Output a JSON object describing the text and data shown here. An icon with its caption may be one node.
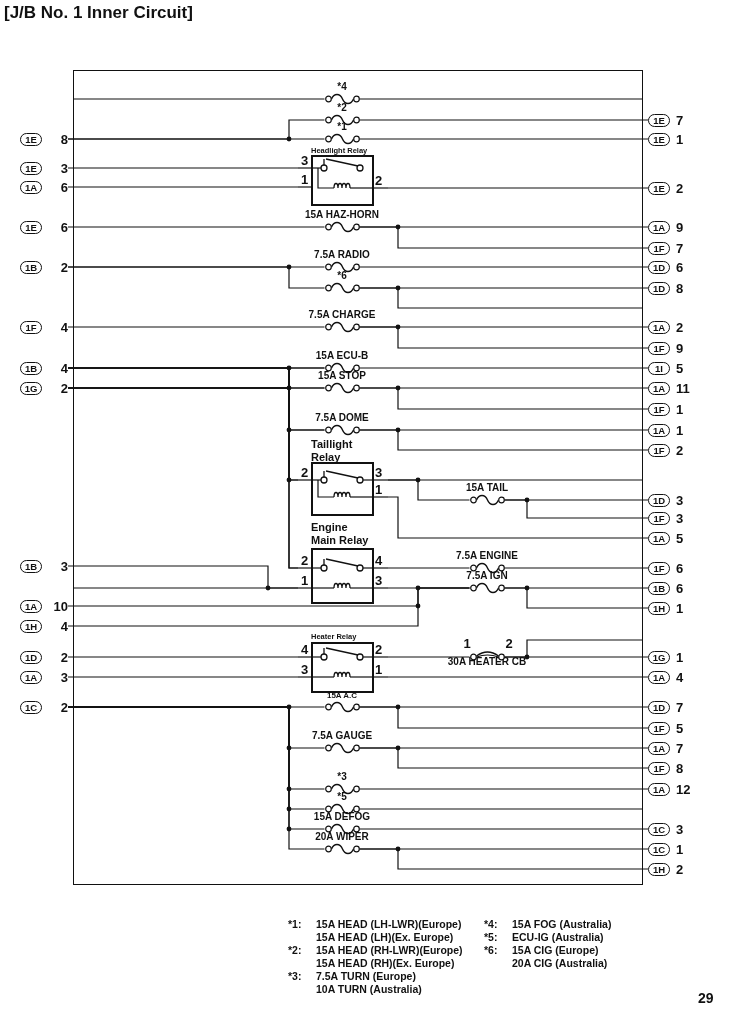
{
  "diagram": {
    "title": "[J/B No. 1 Inner Circuit]",
    "nodes": [
      {
        "text": [],
        "shape": "box"
      },
      {
        "text": [
          "1E"
        ],
        "beside": [
          "8"
        ]
      },
      {
        "text": [
          "1E"
        ],
        "beside": [
          "3"
        ]
      },
      {
        "text": [
          "1A"
        ],
        "beside": [
          "6"
        ]
      },
      {
        "text": [
          "1E"
        ],
        "beside": [
          "6"
        ]
      },
      {
        "text": [
          "1B"
        ],
        "beside": [
          "2"
        ]
      },
      {
        "text": [
          "1F"
        ],
        "beside": [
          "4"
        ]
      },
      {
        "text": [
          "1B"
        ],
        "beside": [
          "4"
        ]
      },
      {
        "text": [
          "1G"
        ],
        "beside": [
          "2"
        ]
      },
      {
        "text": [
          "1B"
        ],
        "beside": [
          "3"
        ]
      },
      {
        "text": [
          "1A"
        ],
        "beside": [
          "10"
        ]
      },
      {
        "text": [
          "1H"
        ],
        "beside": [
          "4"
        ]
      },
      {
        "text": [
          "1D"
        ],
        "beside": [
          "2"
        ]
      },
      {
        "text": [
          "1A"
        ],
        "beside": [
          "3"
        ]
      },
      {
        "text": [
          "1C"
        ],
        "beside": [
          "2"
        ]
      },
      {
        "text": [],
        "shape": "fuse",
        "in": 0,
        "beside": [
          "*4"
        ]
      },
      {
        "text": [],
        "shape": "fuse",
        "in": 0,
        "beside": [
          "*2"
        ]
      },
      {
        "text": [],
        "shape": "fuse",
        "in": 0,
        "beside": [
          "*1"
        ]
      },
      {
        "text": [
          "Headlight Relay"
        ],
        "in": 0,
        "beside": [
          "3",
          "1",
          "2"
        ]
      },
      {
        "text": [],
        "shape": "fuse",
        "in": 0,
        "beside": [
          "15A HAZ-HORN"
        ]
      },
      {
        "text": [],
        "shape": "fuse",
        "in": 0,
        "beside": [
          "7.5A RADIO"
        ]
      },
      {
        "text": [],
        "shape": "fuse",
        "in": 0,
        "beside": [
          "*6"
        ]
      },
      {
        "text": [],
        "shape": "fuse",
        "in": 0,
        "beside": [
          "7.5A CHARGE"
        ]
      },
      {
        "text": [],
        "shape": "fuse",
        "in": 0,
        "beside": [
          "15A ECU-B"
        ]
      },
      {
        "text": [],
        "shape": "fuse",
        "in": 0,
        "beside": [
          "15A STOP"
        ]
      },
      {
        "text": [],
        "shape": "fuse",
        "in": 0,
        "beside": [
          "7.5A DOME"
        ]
      },
      {
        "text": [
          "Taillight Relay"
        ],
        "in": 0,
        "beside": [
          "2",
          "3",
          "1"
        ]
      },
      {
        "text": [],
        "shape": "fuse",
        "in": 0,
        "beside": [
          "15A TAIL"
        ]
      },
      {
        "text": [
          "Engine Main Relay"
        ],
        "in": 0,
        "beside": [
          "2",
          "4",
          "1",
          "3"
        ]
      },
      {
        "text": [],
        "shape": "fuse",
        "in": 0,
        "beside": [
          "7.5A ENGINE"
        ]
      },
      {
        "text": [],
        "shape": "fuse",
        "in": 0,
        "beside": [
          "7.5A IGN"
        ]
      },
      {
        "text": [
          "Heater Relay"
        ],
        "in": 0,
        "beside": [
          "4",
          "2",
          "3",
          "1"
        ]
      },
      {
        "text": [],
        "shape": "breaker",
        "in": 0,
        "beside": [
          "1",
          "2",
          "30A HEATER CB"
        ]
      },
      {
        "text": [],
        "shape": "fuse",
        "in": 0,
        "beside": [
          "15A A.C"
        ]
      },
      {
        "text": [],
        "shape": "fuse",
        "in": 0,
        "beside": [
          "7.5A GAUGE"
        ]
      },
      {
        "text": [],
        "shape": "fuse",
        "in": 0,
        "beside": [
          "*3"
        ]
      },
      {
        "text": [],
        "shape": "fuse",
        "in": 0,
        "beside": [
          "*5"
        ]
      },
      {
        "text": [],
        "shape": "fuse",
        "in": 0,
        "beside": [
          "15A DEFOG"
        ]
      },
      {
        "text": [],
        "shape": "fuse",
        "in": 0,
        "beside": [
          "20A WIPER"
        ]
      },
      {
        "text": [
          "1E"
        ],
        "beside": [
          "7"
        ]
      },
      {
        "text": [
          "1E"
        ],
        "beside": [
          "1"
        ]
      },
      {
        "text": [
          "1E"
        ],
        "beside": [
          "2"
        ]
      },
      {
        "text": [
          "1A"
        ],
        "beside": [
          "9"
        ]
      },
      {
        "text": [
          "1F"
        ],
        "beside": [
          "7"
        ]
      },
      {
        "text": [
          "1D"
        ],
        "beside": [
          "6"
        ]
      },
      {
        "text": [
          "1D"
        ],
        "beside": [
          "8"
        ]
      },
      {
        "text": [
          "1A"
        ],
        "beside": [
          "2"
        ]
      },
      {
        "text": [
          "1F"
        ],
        "beside": [
          "9"
        ]
      },
      {
        "text": [
          "1I"
        ],
        "beside": [
          "5"
        ]
      },
      {
        "text": [
          "1A"
        ],
        "beside": [
          "11"
        ]
      },
      {
        "text": [
          "1F"
        ],
        "beside": [
          "1"
        ]
      },
      {
        "text": [
          "1A"
        ],
        "beside": [
          "1"
        ]
      },
      {
        "text": [
          "1F"
        ],
        "beside": [
          "2"
        ]
      },
      {
        "text": [
          "1D"
        ],
        "beside": [
          "3"
        ]
      },
      {
        "text": [
          "1F"
        ],
        "beside": [
          "3"
        ]
      },
      {
        "text": [
          "1A"
        ],
        "beside": [
          "5"
        ]
      },
      {
        "text": [
          "1F"
        ],
        "beside": [
          "6"
        ]
      },
      {
        "text": [
          "1B"
        ],
        "beside": [
          "6"
        ]
      },
      {
        "text": [
          "1H"
        ],
        "beside": [
          "1"
        ]
      },
      {
        "text": [
          "1G"
        ],
        "beside": [
          "1"
        ]
      },
      {
        "text": [
          "1A"
        ],
        "beside": [
          "4"
        ]
      },
      {
        "text": [
          "1D"
        ],
        "beside": [
          "7"
        ]
      },
      {
        "text": [
          "1F"
        ],
        "beside": [
          "5"
        ]
      },
      {
        "text": [
          "1A"
        ],
        "beside": [
          "7"
        ]
      },
      {
        "text": [
          "1F"
        ],
        "beside": [
          "8"
        ]
      },
      {
        "text": [
          "1A"
        ],
        "beside": [
          "12"
        ]
      },
      {
        "text": [
          "1C"
        ],
        "beside": [
          "3"
        ]
      },
      {
        "text": [
          "1C"
        ],
        "beside": [
          "1"
        ]
      },
      {
        "text": [
          "1H"
        ],
        "beside": [
          "2"
        ]
      }
    ],
    "edges": [
      {
        "from": 0,
        "to": 15,
        "arrow": "none"
      },
      {
        "from": 15,
        "to": 0,
        "arrow": "none"
      },
      {
        "from": 1,
        "to": 17,
        "arrow": "none"
      },
      {
        "from": 1,
        "to": 16,
        "arrow": "none"
      },
      {
        "from": 17,
        "to": 40,
        "arrow": "none"
      },
      {
        "from": 16,
        "to": 39,
        "arrow": "none"
      },
      {
        "from": 2,
        "to": 18,
        "arrow": "none"
      },
      {
        "from": 3,
        "to": 18,
        "arrow": "none"
      },
      {
        "from": 18,
        "to": 41,
        "arrow": "none"
      },
      {
        "from": 4,
        "to": 19,
        "arrow": "none"
      },
      {
        "from": 19,
        "to": 42,
        "arrow": "none"
      },
      {
        "from": 19,
        "to": 43,
        "arrow": "none"
      },
      {
        "from": 5,
        "to": 20,
        "arrow": "none"
      },
      {
        "from": 5,
        "to": 21,
        "arrow": "none"
      },
      {
        "from": 20,
        "to": 44,
        "arrow": "none"
      },
      {
        "from": 21,
        "to": 45,
        "arrow": "none"
      },
      {
        "from": 21,
        "to": 0,
        "arrow": "none"
      },
      {
        "from": 6,
        "to": 22,
        "arrow": "none"
      },
      {
        "from": 22,
        "to": 46,
        "arrow": "none"
      },
      {
        "from": 22,
        "to": 47,
        "arrow": "none"
      },
      {
        "from": 7,
        "to": 23,
        "arrow": "none"
      },
      {
        "from": 7,
        "to": 24,
        "arrow": "none"
      },
      {
        "from": 7,
        "to": 25,
        "arrow": "none"
      },
      {
        "from": 7,
        "to": 26,
        "arrow": "none"
      },
      {
        "from": 7,
        "to": 28,
        "arrow": "none"
      },
      {
        "from": 8,
        "to": 23,
        "arrow": "none"
      },
      {
        "from": 8,
        "to": 24,
        "arrow": "none"
      },
      {
        "from": 8,
        "to": 25,
        "arrow": "none"
      },
      {
        "from": 8,
        "to": 26,
        "arrow": "none"
      },
      {
        "from": 8,
        "to": 28,
        "arrow": "none"
      },
      {
        "from": 23,
        "to": 48,
        "arrow": "none"
      },
      {
        "from": 24,
        "to": 49,
        "arrow": "none"
      },
      {
        "from": 24,
        "to": 50,
        "arrow": "none"
      },
      {
        "from": 25,
        "to": 51,
        "arrow": "none"
      },
      {
        "from": 25,
        "to": 52,
        "arrow": "none"
      },
      {
        "from": 26,
        "to": 0,
        "arrow": "none"
      },
      {
        "from": 26,
        "to": 27,
        "arrow": "none"
      },
      {
        "from": 27,
        "to": 53,
        "arrow": "none"
      },
      {
        "from": 27,
        "to": 54,
        "arrow": "none"
      },
      {
        "from": 26,
        "to": 55,
        "arrow": "none"
      },
      {
        "from": 28,
        "to": 29,
        "arrow": "none"
      },
      {
        "from": 29,
        "to": 56,
        "arrow": "none"
      },
      {
        "from": 9,
        "to": 28,
        "arrow": "none"
      },
      {
        "from": 0,
        "to": 28,
        "arrow": "none"
      },
      {
        "from": 28,
        "to": 30,
        "arrow": "none"
      },
      {
        "from": 30,
        "to": 57,
        "arrow": "none"
      },
      {
        "from": 30,
        "to": 58,
        "arrow": "none"
      },
      {
        "from": 10,
        "to": 30,
        "arrow": "none"
      },
      {
        "from": 11,
        "to": 30,
        "arrow": "none"
      },
      {
        "from": 12,
        "to": 31,
        "arrow": "none"
      },
      {
        "from": 13,
        "to": 31,
        "arrow": "none"
      },
      {
        "from": 31,
        "to": 32,
        "arrow": "none"
      },
      {
        "from": 32,
        "to": 59,
        "arrow": "none"
      },
      {
        "from": 32,
        "to": 0,
        "arrow": "none"
      },
      {
        "from": 31,
        "to": 60,
        "arrow": "none"
      },
      {
        "from": 14,
        "to": 33,
        "arrow": "none"
      },
      {
        "from": 14,
        "to": 34,
        "arrow": "none"
      },
      {
        "from": 14,
        "to": 35,
        "arrow": "none"
      },
      {
        "from": 14,
        "to": 36,
        "arrow": "none"
      },
      {
        "from": 14,
        "to": 37,
        "arrow": "none"
      },
      {
        "from": 14,
        "to": 38,
        "arrow": "none"
      },
      {
        "from": 33,
        "to": 61,
        "arrow": "none"
      },
      {
        "from": 33,
        "to": 62,
        "arrow": "none"
      },
      {
        "from": 34,
        "to": 63,
        "arrow": "none"
      },
      {
        "from": 34,
        "to": 64,
        "arrow": "none"
      },
      {
        "from": 35,
        "to": 65,
        "arrow": "none"
      },
      {
        "from": 36,
        "to": 0,
        "arrow": "none"
      },
      {
        "from": 37,
        "to": 66,
        "arrow": "none"
      },
      {
        "from": 38,
        "to": 67,
        "arrow": "none"
      },
      {
        "from": 38,
        "to": 68,
        "arrow": "none"
      }
    ],
    "labels": [
      "*1:",
      "15A HEAD (LH-LWR)(Europe)",
      "15A HEAD (LH)(Ex. Europe)",
      "*2:",
      "15A HEAD (RH-LWR)(Europe)",
      "15A HEAD (RH)(Ex. Europe)",
      "*3:",
      "7.5A TURN (Europe)",
      "10A TURN (Australia)",
      "*4:",
      "15A FOG (Australia)",
      "*5:",
      "ECU-IG (Australia)",
      "*6:",
      "15A CIG (Europe)",
      "20A CIG (Australia)",
      "29"
    ]
  }
}
